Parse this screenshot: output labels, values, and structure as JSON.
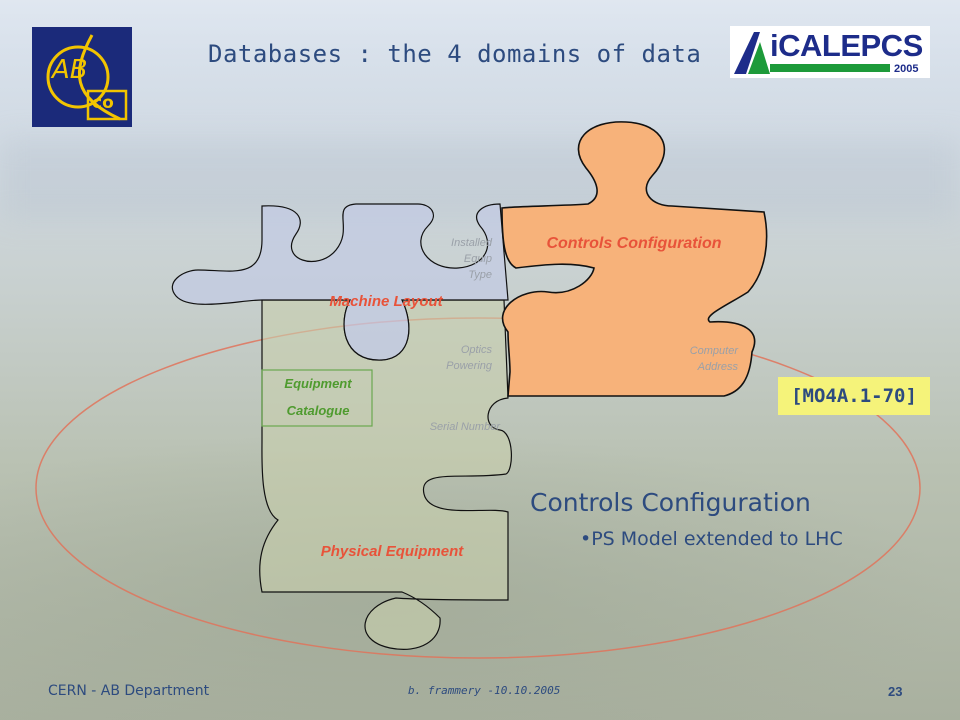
{
  "slide": {
    "title": "Databases : the 4 domains of data",
    "ref_tag": "[MO4A.1-70]",
    "section_heading": "Controls Configuration",
    "bullet": "•PS Model extended to LHC"
  },
  "logos": {
    "ab": {
      "main": "AB",
      "sub": "co"
    },
    "icalepcs": {
      "name": "iCALEPCS",
      "year": "2005"
    }
  },
  "puzzle": {
    "pieces": {
      "controls_configuration": "Controls Configuration",
      "machine_layout": "Machine Layout",
      "physical_equipment": "Physical Equipment",
      "equipment_catalogue": {
        "line1": "Equipment",
        "line2": "Catalogue"
      }
    },
    "links": {
      "installed_equip_type": [
        "Installed",
        "Equip",
        "Type"
      ],
      "optics_powering": [
        "Optics",
        "Powering"
      ],
      "computer_address": [
        "Computer",
        "Address"
      ],
      "serial_number": "Serial Number"
    }
  },
  "footer": {
    "left": "CERN - AB Department",
    "center": "b. frammery -10.10.2005",
    "page_number": "23"
  },
  "colors": {
    "title_text": "#2d4b7f",
    "orange_piece": "#f7b27a",
    "blue_piece": "#c3cbe3",
    "green_piece": "#c8ceae",
    "piece_label_red": "#e8533a",
    "equipment_label_green": "#4f9b2f",
    "link_label_grey": "#9aa0a8",
    "ref_tag_bg": "#f5f37a",
    "ring_red": "#e0735a"
  }
}
